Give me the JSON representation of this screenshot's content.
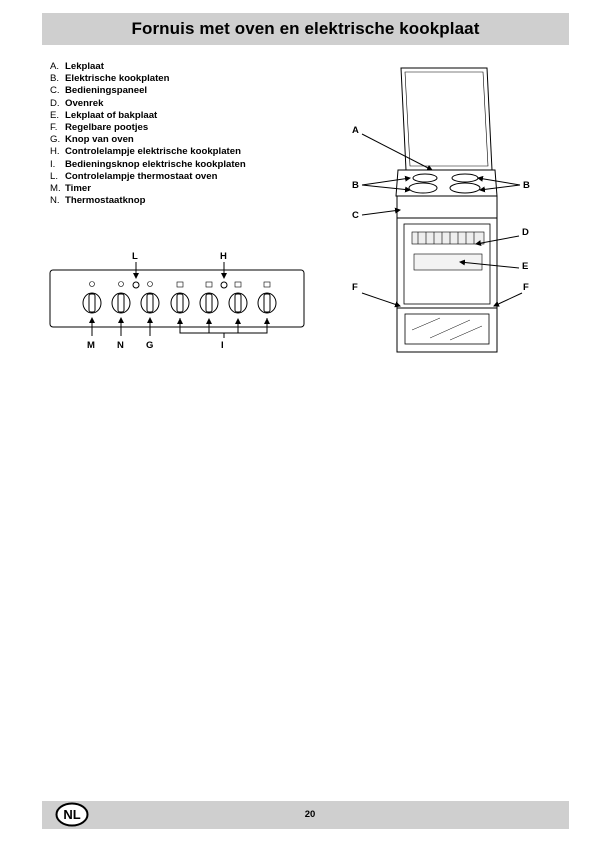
{
  "page": {
    "title": "Fornuis met oven en elektrische kookplaat",
    "page_number": "20",
    "language_badge": "NL"
  },
  "legend": [
    {
      "key": "A.",
      "label": "Lekplaat"
    },
    {
      "key": "B.",
      "label": "Elektrische kookplaten"
    },
    {
      "key": "C.",
      "label": "Bedieningspaneel"
    },
    {
      "key": "D.",
      "label": "Ovenrek"
    },
    {
      "key": "E.",
      "label": "Lekplaat of bakplaat"
    },
    {
      "key": "F.",
      "label": "Regelbare pootjes"
    },
    {
      "key": "G.",
      "label": "Knop van oven"
    },
    {
      "key": "H.",
      "label": "Controlelampje elektrische kookplaten"
    },
    {
      "key": "I.",
      "label": "Bedieningsknop elektrische kookplaten"
    },
    {
      "key": "L.",
      "label": "Controlelampje thermostaat oven"
    },
    {
      "key": "M.",
      "label": "Timer"
    },
    {
      "key": "N.",
      "label": "Thermostaatknop"
    }
  ],
  "figure_labels": {
    "panel": {
      "L": "L",
      "H": "H",
      "M": "M",
      "N": "N",
      "G": "G",
      "I": "I"
    },
    "oven": {
      "A": "A",
      "B_left": "B",
      "B_right": "B",
      "C": "C",
      "D": "D",
      "E": "E",
      "F_left": "F",
      "F_right": "F"
    }
  },
  "colors": {
    "bar": "#cfcfcf"
  }
}
